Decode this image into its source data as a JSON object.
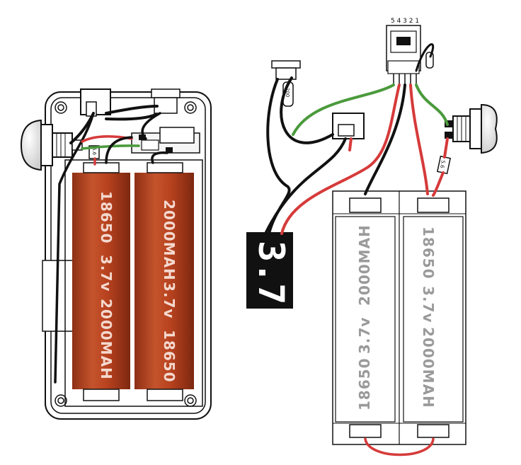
{
  "left_assembly": {
    "cells": [
      {
        "line1": "18650",
        "line2": "3.7v",
        "line3": "2000MAH"
      },
      {
        "line1": "2000MAH",
        "line2": "3.7v",
        "line3": "18650"
      }
    ],
    "resistor_label": "5.6"
  },
  "right_assembly": {
    "pin_numbers": "5 4 3 2 1",
    "pot_label": "200",
    "resistor_label": "5.6",
    "voltmeter_display": "3.7",
    "cells": [
      {
        "line1": "2000MAH",
        "line2": "3.7v",
        "line3": "18650"
      },
      {
        "line1": "18650",
        "line2": "3.7v",
        "line3": "2000MAH"
      }
    ]
  },
  "colors": {
    "wire_black": "#111111",
    "wire_red": "#d63a3a",
    "wire_green": "#4a9a3c",
    "cell_wrap": "#b8421f",
    "display_bg": "#111111",
    "display_digit": "#ffffff"
  }
}
